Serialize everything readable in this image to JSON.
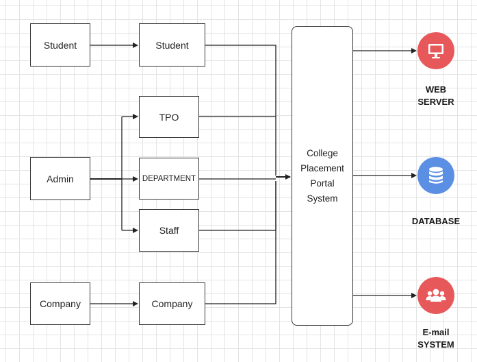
{
  "nodes": {
    "student_src": "Student",
    "student_dst": "Student",
    "admin": "Admin",
    "tpo": "TPO",
    "department": "DEPARTMENT",
    "staff": "Staff",
    "company_src": "Company",
    "company_dst": "Company",
    "portal": [
      "College",
      "Placement",
      "Portal",
      "System"
    ]
  },
  "outputs": {
    "web_server": {
      "icon": "monitor-icon",
      "color": "#e7585a",
      "lines": [
        "WEB",
        "SERVER"
      ]
    },
    "database": {
      "icon": "database-icon",
      "color": "#5b8fe3",
      "lines": [
        "DATABASE"
      ]
    },
    "email": {
      "icon": "group-icon",
      "color": "#e7585a",
      "lines": [
        "E-mail",
        "SYSTEM"
      ]
    }
  }
}
